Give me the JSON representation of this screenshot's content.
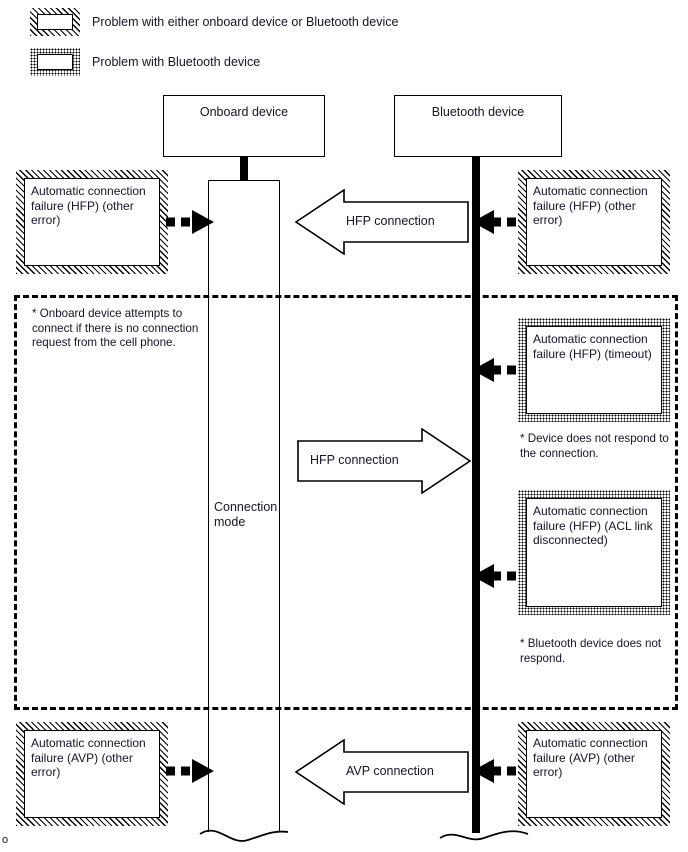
{
  "legend": {
    "items": [
      {
        "swatch": "hatched",
        "label": "Problem with either onboard device or Bluetooth device"
      },
      {
        "swatch": "dotted",
        "label": "Problem with Bluetooth device"
      }
    ]
  },
  "participants": {
    "onboard": "Onboard device",
    "bluetooth": "Bluetooth device"
  },
  "activation": {
    "label_line1": "Connection",
    "label_line2": "mode"
  },
  "messages": [
    {
      "id": "hfp-top",
      "label": "HFP connection",
      "direction": "left"
    },
    {
      "id": "hfp-mid",
      "label": "HFP connection",
      "direction": "right"
    },
    {
      "id": "avp-bottom",
      "label": "AVP connection",
      "direction": "left"
    }
  ],
  "error_boxes": [
    {
      "id": "left-hfp-other",
      "style": "hatched",
      "text": "Automatic connection failure (HFP) (other error)"
    },
    {
      "id": "right-hfp-other",
      "style": "hatched",
      "text": "Automatic connection failure (HFP) (other error)"
    },
    {
      "id": "right-hfp-timeout",
      "style": "dotted",
      "text": "Automatic connection failure (HFP) (timeout)"
    },
    {
      "id": "right-hfp-acl",
      "style": "dotted",
      "text": "Automatic connection failure (HFP) (ACL link disconnected)"
    },
    {
      "id": "left-avp-other",
      "style": "hatched",
      "text": "Automatic connection failure (AVP) (other error)"
    },
    {
      "id": "right-avp-other",
      "style": "hatched",
      "text": "Automatic connection failure (AVP) (other error)"
    }
  ],
  "notes": {
    "region_note": "* Onboard device attempts to connect if there is no connection request from the cell phone.",
    "timeout_note": "* Device does not respond to the connection.",
    "acl_note": "* Bluetooth device does not respond."
  },
  "corner_mark": "o",
  "colors": {
    "line": "#000000",
    "text": "#14142a",
    "background": "#ffffff"
  }
}
